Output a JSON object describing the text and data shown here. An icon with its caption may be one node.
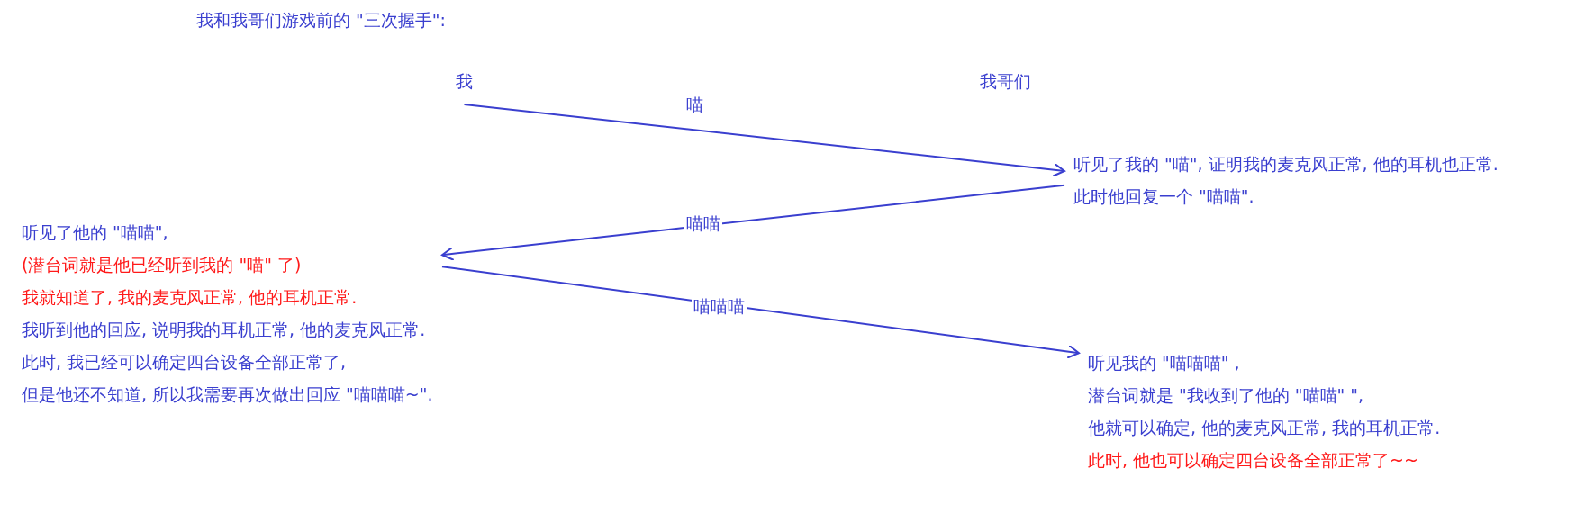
{
  "diagram": {
    "title": "我和我哥们游戏前的 \"三次握手\":",
    "nodes": [
      {
        "text": [
          "我"
        ]
      },
      {
        "text": [
          "我哥们"
        ]
      },
      {
        "text": [
          "听见了我的 \"喵\", 证明我的麦克风正常, 他的耳机也正常.",
          "此时他回复一个 \"喵喵\"."
        ]
      },
      {
        "text": [
          "听见了他的 \"喵喵\",",
          "(潜台词就是他已经听到我的 \"喵\" 了)",
          "我就知道了, 我的麦克风正常, 他的耳机正常.",
          "我听到他的回应, 说明我的耳机正常, 他的麦克风正常.",
          "此时, 我已经可以确定四台设备全部正常了,",
          "但是他还不知道, 所以我需要再次做出回应 \"喵喵喵~\"."
        ]
      },
      {
        "text": [
          "听见我的 \"喵喵喵\" ,",
          "潜台词就是 \"我收到了他的 \"喵喵\" \",",
          "他就可以确定, 他的麦克风正常, 我的耳机正常.",
          "此时, 他也可以确定四台设备全部正常了~~"
        ]
      }
    ],
    "edges": [
      {
        "from": 0,
        "to": 2,
        "arrow": "to",
        "label": "喵"
      },
      {
        "from": 2,
        "to": 3,
        "arrow": "to",
        "label": "喵喵"
      },
      {
        "from": 3,
        "to": 4,
        "arrow": "to",
        "label": "喵喵喵"
      }
    ]
  }
}
